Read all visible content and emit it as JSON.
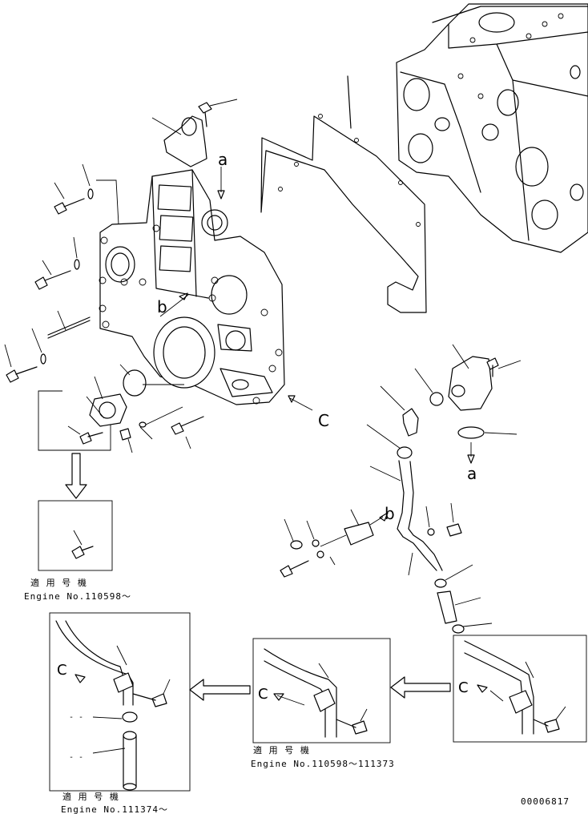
{
  "callouts": {
    "a_top": "a",
    "b_cover": "b",
    "c_cover": "C",
    "a_thermo": "a",
    "b_pipe": "b",
    "c_panel1": "C",
    "c_panel2": "C",
    "c_panel3": "C",
    "dash1": "- -",
    "dash2": "- -"
  },
  "captions": {
    "serial_group_1_jp": "適 用 号 機",
    "serial_group_1": "Engine No.110598～",
    "serial_group_2_jp": "適 用 号 機",
    "serial_group_2": "Engine No.110598～111373",
    "serial_group_3_jp": "適 用 号 機",
    "serial_group_3": "Engine No.111374～"
  },
  "drawing_number": "00006817"
}
